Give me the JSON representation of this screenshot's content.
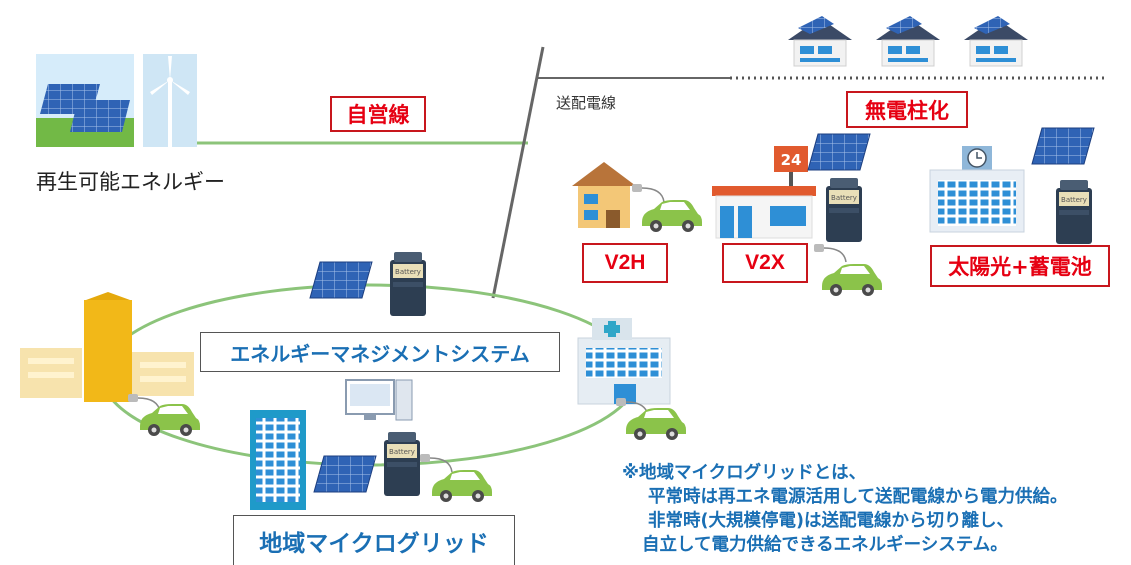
{
  "labels": {
    "renewable": "再生可能エネルギー",
    "private_line": "自営線",
    "distribution_line": "送配電線",
    "undergrounding": "無電柱化",
    "v2h": "V2H",
    "v2x": "V2X",
    "solar_storage": "太陽光+蓄電池",
    "ems": "エネルギーマネジメントシステム",
    "microgrid": "地域マイクログリッド",
    "store_sign": "24",
    "battery_text": "Battery"
  },
  "note": {
    "line1": "※地域マイクログリッドとは、",
    "line2": "平常時は再エネ電源活用して送配電線から電力供給。",
    "line3": "非常時(大規模停電)は送配電線から切り離し、",
    "line4": "自立して電力供給できるエネルギーシステム。"
  },
  "colors": {
    "label_red": "#e60012",
    "label_blue": "#1a6fb4",
    "line_green": "#8cc47a",
    "pole_gray": "#666666",
    "solar_blue": "#2f63b5",
    "car_green": "#8bc34a"
  }
}
